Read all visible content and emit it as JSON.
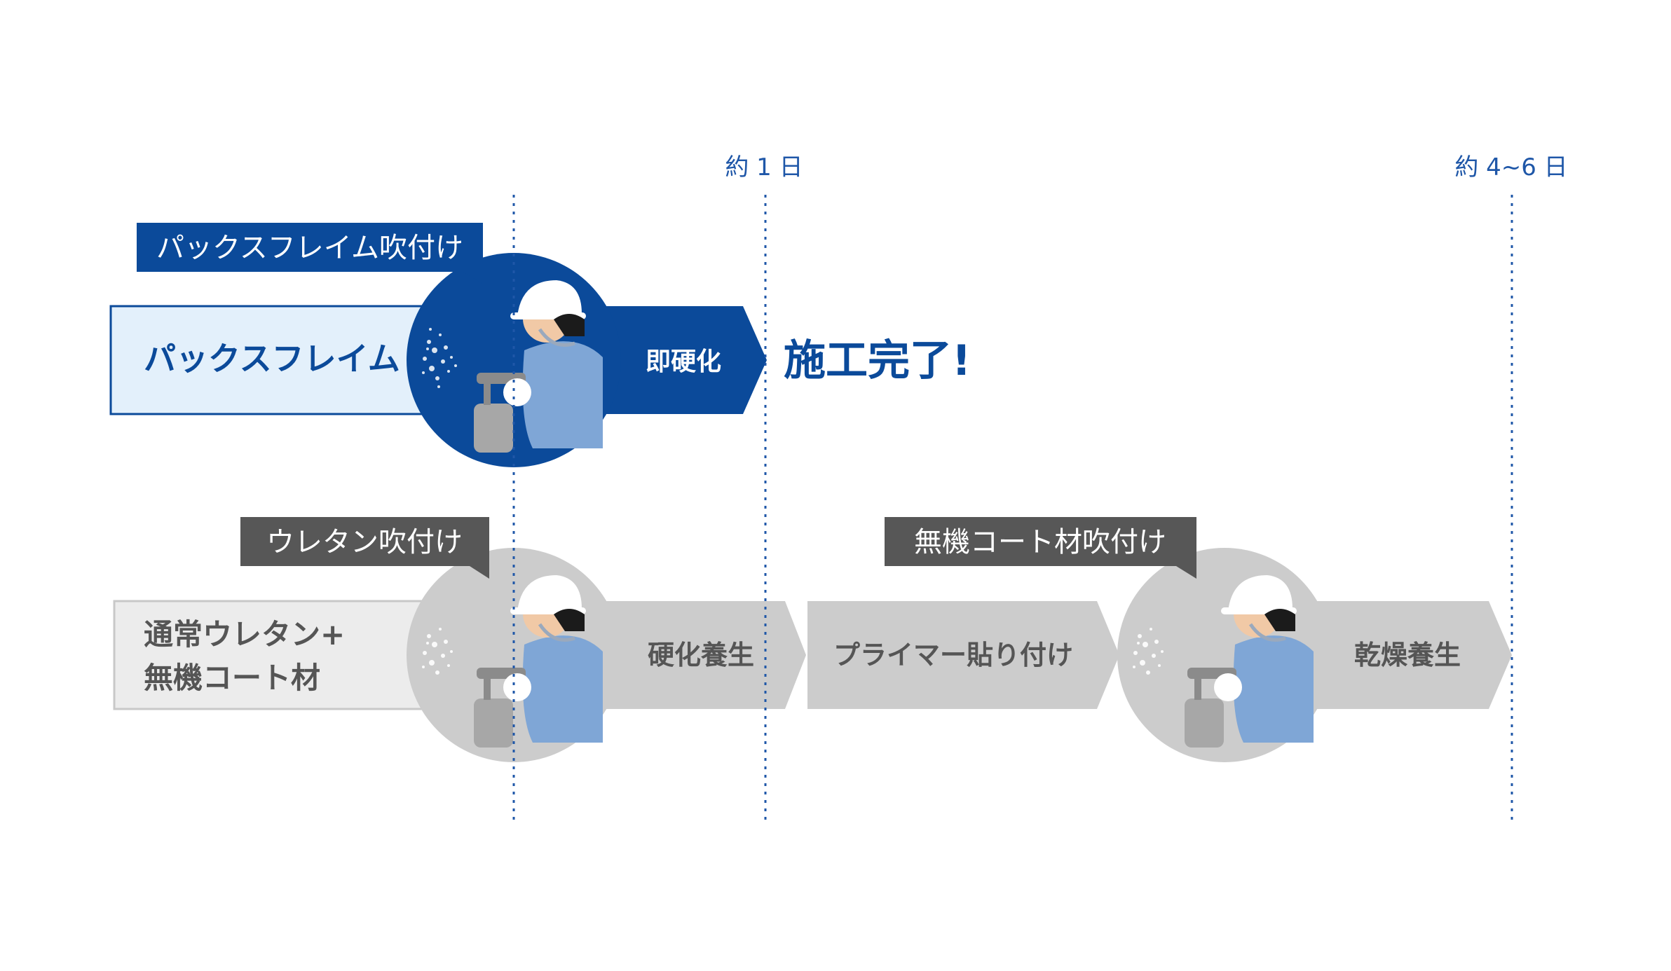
{
  "markers": {
    "day1": "約 1 日",
    "day4to6": "約 4~6 日"
  },
  "pakku": {
    "tag": "パックスフレイム吹付け",
    "label": "パックスフレイム",
    "step": "即硬化",
    "result": "施工完了!"
  },
  "urethane": {
    "tag": "ウレタン吹付け",
    "label_line1": "通常ウレタン+",
    "label_line2": "無機コート材",
    "step1": "硬化養生",
    "step2": "プライマー貼り付け",
    "tag2": "無機コート材吹付け",
    "step3": "乾燥養生"
  },
  "colors": {
    "brand_blue": "#0b4a9a",
    "light_blue": "#e3f0fb",
    "grey_arrow": "#cccccc",
    "grey_tag": "#575757",
    "grey_box": "#ececec",
    "dotted_line": "#1f57a8"
  }
}
